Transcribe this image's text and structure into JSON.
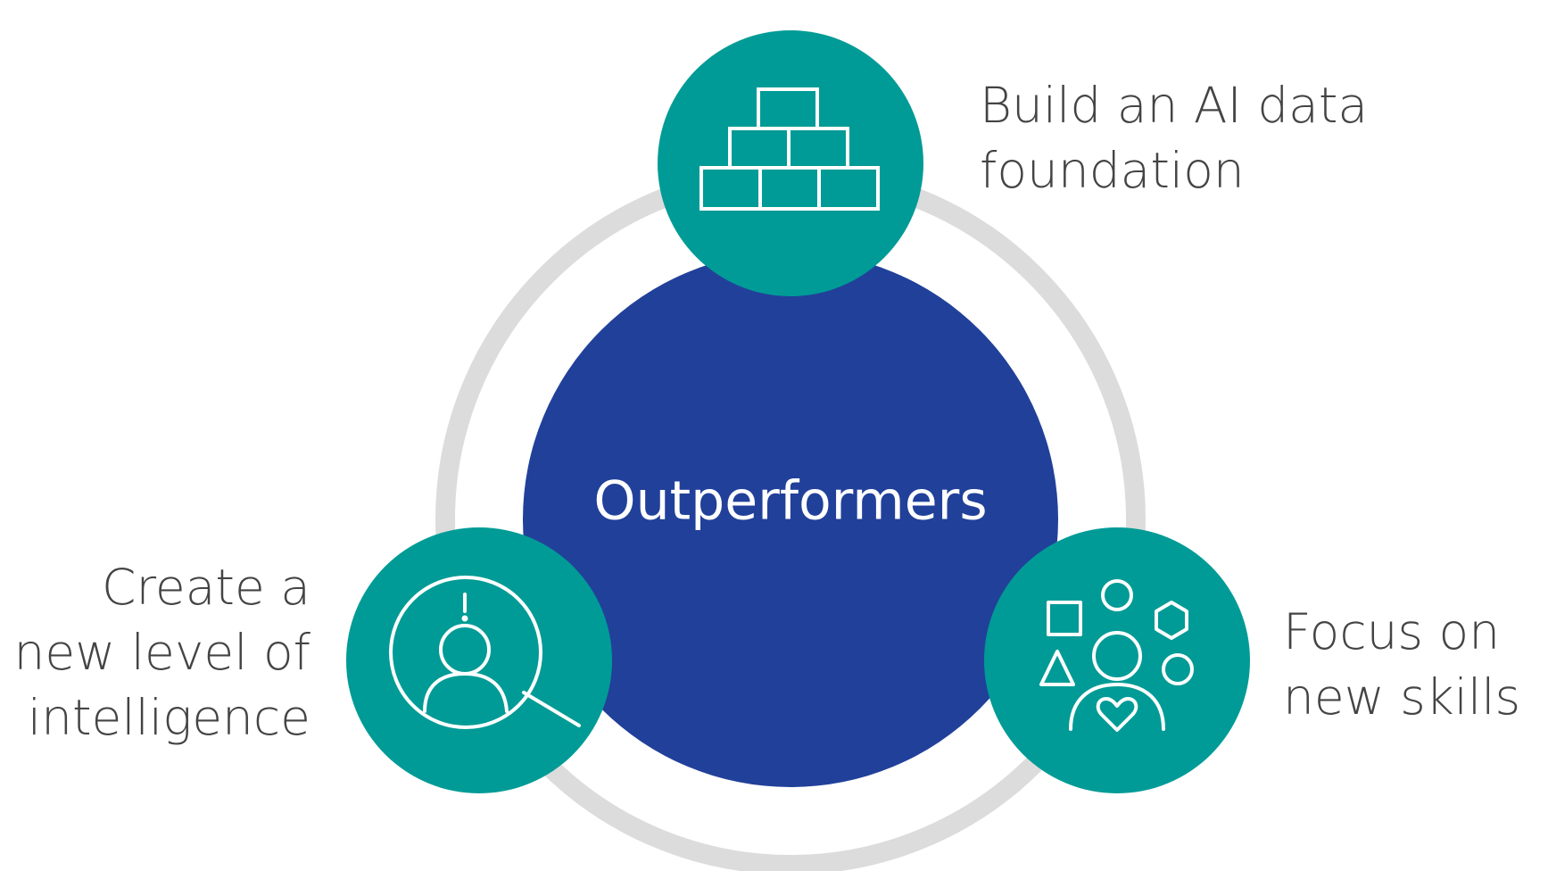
{
  "center": {
    "label": "Outperformers"
  },
  "nodes": [
    {
      "id": "top",
      "icon": "building-blocks-icon",
      "lines": [
        "Build an AI data",
        "foundation"
      ]
    },
    {
      "id": "left",
      "icon": "person-magnifier-icon",
      "lines": [
        "Create a",
        "new level of",
        "intelligence"
      ]
    },
    {
      "id": "right",
      "icon": "person-skills-icon",
      "lines": [
        "Focus on",
        "new skills"
      ]
    }
  ],
  "colors": {
    "ring": "#dcdcdc",
    "center": "#21409a",
    "node": "#009b96",
    "icon": "#ffffff",
    "text": "#444444"
  }
}
